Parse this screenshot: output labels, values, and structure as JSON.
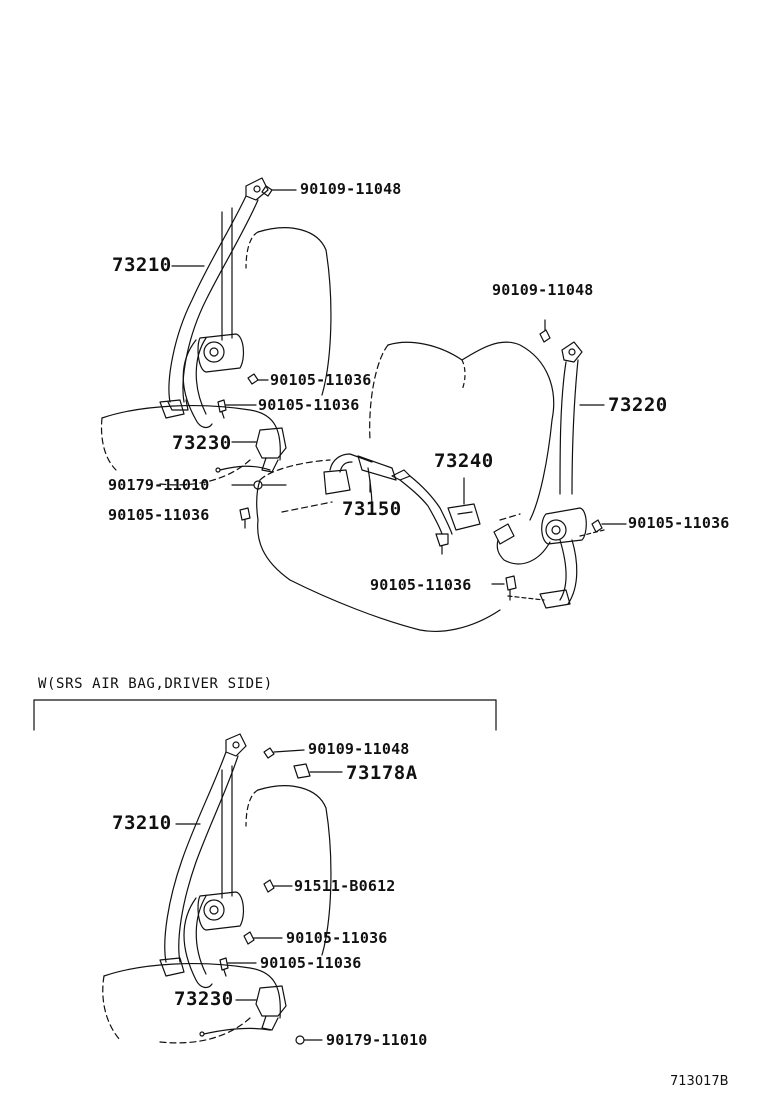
{
  "upper": {
    "labels": {
      "bolt_top_left": "90109-11048",
      "belt_left": "73210",
      "bolt_retractor_left_a": "90105-11036",
      "bolt_retractor_left_b": "90105-11036",
      "buckle_left": "73230",
      "clip_left": "90179-11010",
      "bolt_floor_left": "90105-11036",
      "belt_center": "73150",
      "buckle_center": "73240",
      "bolt_top_right": "90109-11048",
      "belt_right": "73220",
      "bolt_retractor_right": "90105-11036",
      "bolt_floor_center": "90105-11036"
    }
  },
  "section": {
    "title": "W(SRS AIR BAG,DRIVER SIDE)"
  },
  "lower": {
    "labels": {
      "bolt_top": "90109-11048",
      "cover": "73178A",
      "belt": "73210",
      "bolt_special": "91511-B0612",
      "bolt_retractor_a": "90105-11036",
      "bolt_retractor_b": "90105-11036",
      "buckle": "73230",
      "clip": "90179-11010"
    }
  },
  "drawing_code": "713017B"
}
